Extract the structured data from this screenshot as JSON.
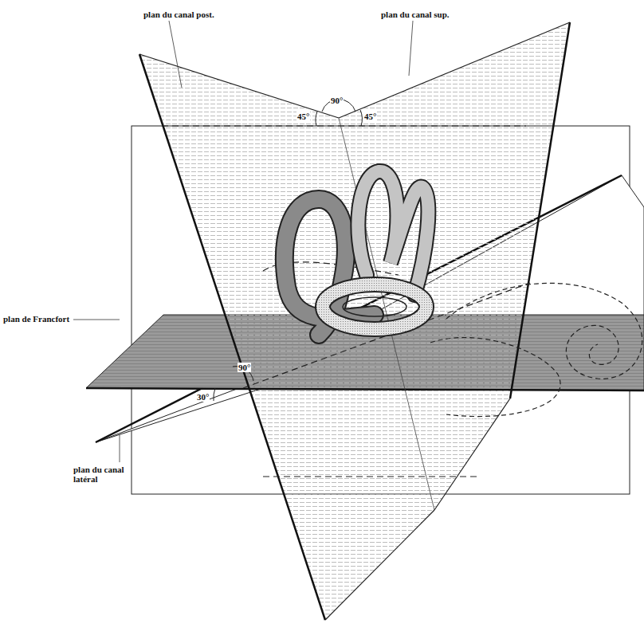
{
  "diagram": {
    "labels": [
      "plan du canal post.",
      "plan du canal sup.",
      "45°",
      "90°",
      "45°",
      "plan de Francfort",
      "90°",
      "30°",
      "plan du canal latéral"
    ]
  }
}
